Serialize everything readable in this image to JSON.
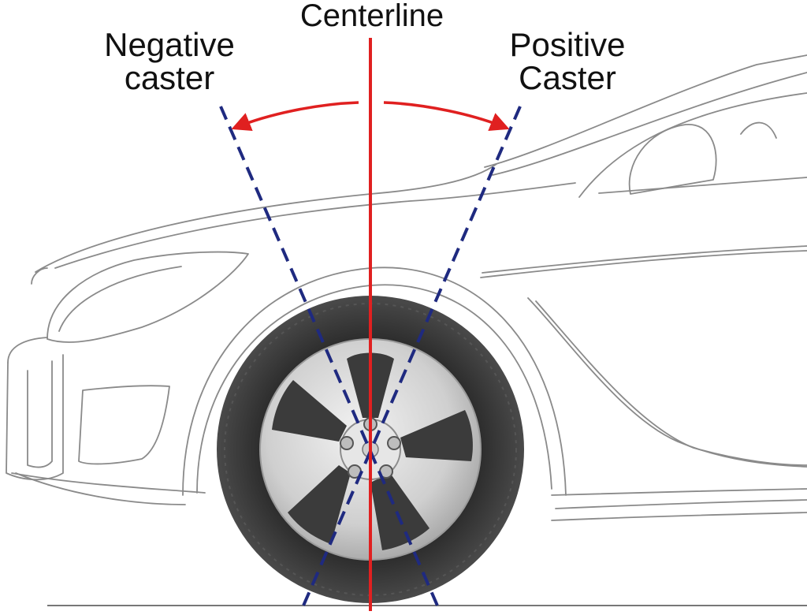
{
  "labels": {
    "centerline": "Centerline",
    "negative_caster": [
      "Negative",
      "caster"
    ],
    "positive_caster": [
      "Positive",
      "Caster"
    ]
  },
  "colors": {
    "centerline": "#e02020",
    "axis_dash": "#1f2a80",
    "body_outline": "#8a8a8a",
    "tire": "#3a3a3a",
    "rim": "#cfcfcf"
  }
}
